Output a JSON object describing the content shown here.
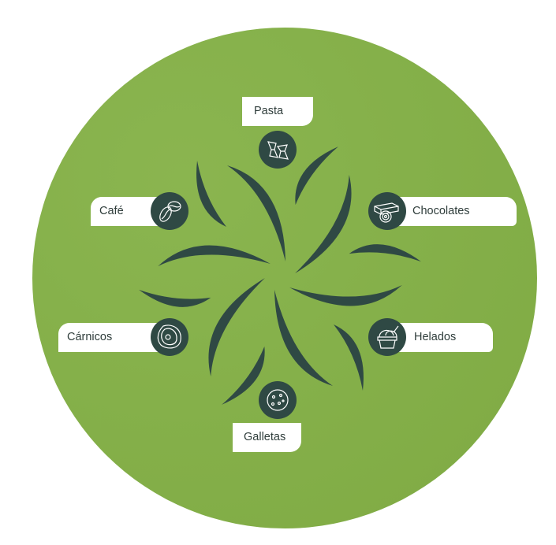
{
  "colors": {
    "background": "#84b146",
    "accent": "#2f4944",
    "label_bg": "#ffffff",
    "text": "#2f3d3b"
  },
  "categories": [
    {
      "label": "Pasta",
      "icon": "pasta-icon"
    },
    {
      "label": "Café",
      "icon": "coffee-bean-icon"
    },
    {
      "label": "Chocolates",
      "icon": "chocolate-icon"
    },
    {
      "label": "Cárnicos",
      "icon": "meat-icon"
    },
    {
      "label": "Helados",
      "icon": "ice-cream-icon"
    },
    {
      "label": "Galletas",
      "icon": "cookie-icon"
    }
  ]
}
